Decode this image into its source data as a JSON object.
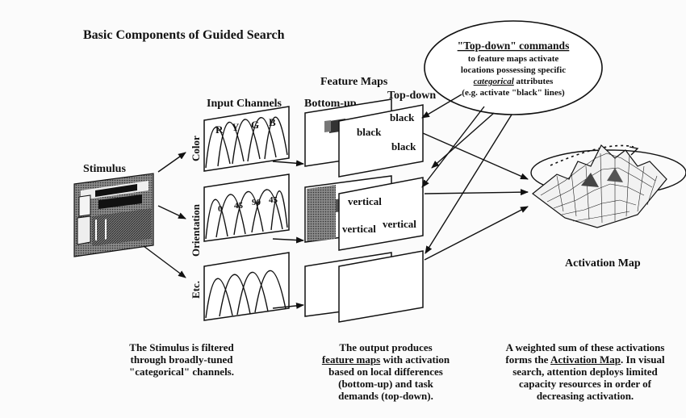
{
  "title": "Basic Components of Guided Search",
  "stimulus_label": "Stimulus",
  "input_channels_label": "Input Channels",
  "feature_maps_label": "Feature Maps",
  "bottom_up_label": "Bottom-up",
  "top_down_label": "Top-down",
  "channels": [
    {
      "name": "Color",
      "ticks": [
        "R",
        "Y",
        "G",
        "B"
      ]
    },
    {
      "name": "Orientation",
      "ticks": [
        "0",
        "45",
        "90",
        "45"
      ]
    },
    {
      "name": "Etc.",
      "ticks": []
    }
  ],
  "top_down_words": {
    "color": [
      "black",
      "black",
      "black"
    ],
    "orientation": [
      "vertical",
      "vertical",
      "vertical"
    ]
  },
  "ellipse": {
    "line1": "\"Top-down\" commands",
    "line2": "to feature maps activate",
    "line3": "locations possessing specific",
    "line4_em": "categorical",
    "line4_rest": " attributes",
    "line5": "(e.g. activate \"black\" lines)"
  },
  "activation_map_label": "Activation Map",
  "caption_left": {
    "l1": "The Stimulus is filtered",
    "l2": "through broadly-tuned",
    "l3": "\"categorical\" channels."
  },
  "caption_middle": {
    "l1": "The output produces",
    "l2_u": "feature maps",
    "l2_rest": " with activation",
    "l3": "based on local differences",
    "l4": "(bottom-up) and task",
    "l5": "demands (top-down)."
  },
  "caption_right": {
    "l1": "A weighted sum of these activations",
    "l2_pre": "forms the ",
    "l2_u": "Activation Map",
    "l2_post": ". In visual",
    "l3": "search, attention deploys limited",
    "l4": "capacity resources in order of",
    "l5": "decreasing activation."
  }
}
